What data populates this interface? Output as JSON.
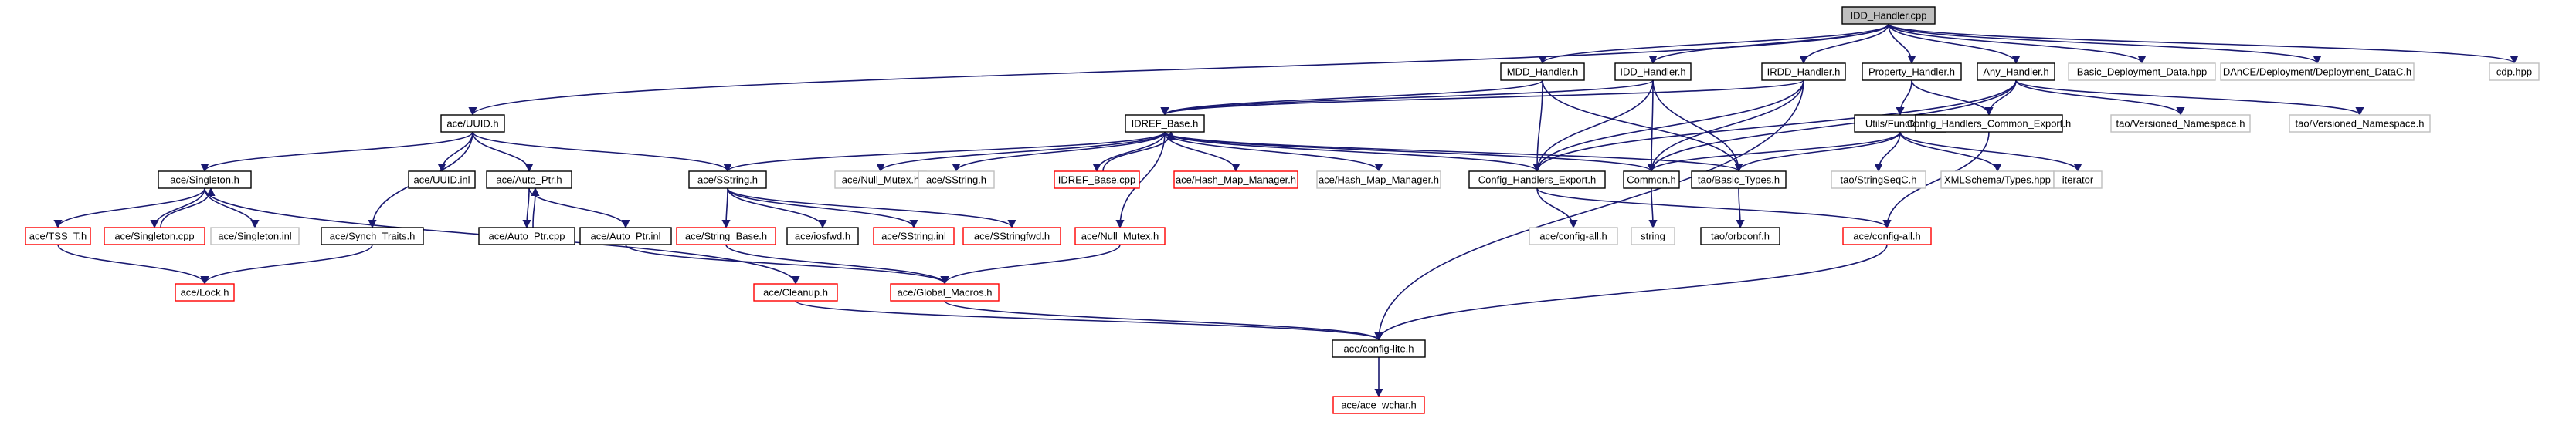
{
  "colors": {
    "edge": "#191970",
    "border_default": "#000000",
    "border_missing": "#ff0000",
    "border_external": "#bfbfbf",
    "root_fill": "#bfbfbf"
  },
  "nodes": [
    {
      "id": "root",
      "label": "IDD_Handler.cpp",
      "kind": "root"
    },
    {
      "id": "mdd",
      "label": "MDD_Handler.h",
      "kind": "default"
    },
    {
      "id": "idd",
      "label": "IDD_Handler.h",
      "kind": "default"
    },
    {
      "id": "irdd",
      "label": "IRDD_Handler.h",
      "kind": "default"
    },
    {
      "id": "prop",
      "label": "Property_Handler.h",
      "kind": "default"
    },
    {
      "id": "any",
      "label": "Any_Handler.h",
      "kind": "default"
    },
    {
      "id": "bdd",
      "label": "Basic_Deployment_Data.hpp",
      "kind": "external"
    },
    {
      "id": "dance",
      "label": "DAnCE/Deployment/Deployment_DataC.h",
      "kind": "external"
    },
    {
      "id": "cdp",
      "label": "cdp.hpp",
      "kind": "external"
    },
    {
      "id": "uuid",
      "label": "ace/UUID.h",
      "kind": "default"
    },
    {
      "id": "idref",
      "label": "IDREF_Base.h",
      "kind": "default"
    },
    {
      "id": "utils",
      "label": "Utils/Functors.h",
      "kind": "default"
    },
    {
      "id": "tvn1",
      "label": "tao/Versioned_Namespace.h",
      "kind": "external"
    },
    {
      "id": "tvn2",
      "label": "tao/Versioned_Namespace.h",
      "kind": "external"
    },
    {
      "id": "singleton",
      "label": "ace/Singleton.h",
      "kind": "default"
    },
    {
      "id": "uuidinl",
      "label": "ace/UUID.inl",
      "kind": "default"
    },
    {
      "id": "autoptr",
      "label": "ace/Auto_Ptr.h",
      "kind": "default"
    },
    {
      "id": "sstring",
      "label": "ace/SString.h",
      "kind": "default"
    },
    {
      "id": "nullmutex_g",
      "label": "ace/Null_Mutex.h",
      "kind": "external"
    },
    {
      "id": "sstring_g",
      "label": "ace/SString.h",
      "kind": "external"
    },
    {
      "id": "idrefcpp",
      "label": "IDREF_Base.cpp",
      "kind": "missing"
    },
    {
      "id": "hashmap_r",
      "label": "ace/Hash_Map_Manager.h",
      "kind": "missing"
    },
    {
      "id": "hashmap_g",
      "label": "ace/Hash_Map_Manager.h",
      "kind": "external"
    },
    {
      "id": "cfgexp",
      "label": "Config_Handlers_Export.h",
      "kind": "default"
    },
    {
      "id": "common",
      "label": "Common.h",
      "kind": "default"
    },
    {
      "id": "basictypes",
      "label": "tao/Basic_Types.h",
      "kind": "default"
    },
    {
      "id": "cfgcommon",
      "label": "Config_Handlers_Common_Export.h",
      "kind": "default"
    },
    {
      "id": "stringseq",
      "label": "tao/StringSeqC.h",
      "kind": "external"
    },
    {
      "id": "xmltypes",
      "label": "XMLSchema/Types.hpp",
      "kind": "external"
    },
    {
      "id": "iterator",
      "label": "iterator",
      "kind": "external"
    },
    {
      "id": "tss",
      "label": "ace/TSS_T.h",
      "kind": "missing"
    },
    {
      "id": "singcpp",
      "label": "ace/Singleton.cpp",
      "kind": "missing"
    },
    {
      "id": "singinl",
      "label": "ace/Singleton.inl",
      "kind": "external"
    },
    {
      "id": "synch",
      "label": "ace/Synch_Traits.h",
      "kind": "default"
    },
    {
      "id": "autoptrcpp",
      "label": "ace/Auto_Ptr.cpp",
      "kind": "default"
    },
    {
      "id": "autoptrinl",
      "label": "ace/Auto_Ptr.inl",
      "kind": "default"
    },
    {
      "id": "strbase",
      "label": "ace/String_Base.h",
      "kind": "missing"
    },
    {
      "id": "iosfwd",
      "label": "ace/iosfwd.h",
      "kind": "default"
    },
    {
      "id": "sstringinl",
      "label": "ace/SString.inl",
      "kind": "missing"
    },
    {
      "id": "sstringfwd",
      "label": "ace/SStringfwd.h",
      "kind": "missing"
    },
    {
      "id": "nullmutex_r",
      "label": "ace/Null_Mutex.h",
      "kind": "missing"
    },
    {
      "id": "cfgall_g",
      "label": "ace/config-all.h",
      "kind": "external"
    },
    {
      "id": "string",
      "label": "string",
      "kind": "external"
    },
    {
      "id": "orbconf",
      "label": "tao/orbconf.h",
      "kind": "default"
    },
    {
      "id": "cfgall_r",
      "label": "ace/config-all.h",
      "kind": "missing"
    },
    {
      "id": "lock",
      "label": "ace/Lock.h",
      "kind": "missing"
    },
    {
      "id": "cleanup",
      "label": "ace/Cleanup.h",
      "kind": "missing"
    },
    {
      "id": "globalmacros",
      "label": "ace/Global_Macros.h",
      "kind": "missing"
    },
    {
      "id": "configlite",
      "label": "ace/config-lite.h",
      "kind": "default"
    },
    {
      "id": "wchar",
      "label": "ace/ace_wchar.h",
      "kind": "missing"
    }
  ],
  "edges": [
    [
      "root",
      "mdd"
    ],
    [
      "root",
      "idd"
    ],
    [
      "root",
      "irdd"
    ],
    [
      "root",
      "prop"
    ],
    [
      "root",
      "any"
    ],
    [
      "root",
      "bdd"
    ],
    [
      "root",
      "dance"
    ],
    [
      "root",
      "cdp"
    ],
    [
      "root",
      "uuid"
    ],
    [
      "mdd",
      "idref"
    ],
    [
      "mdd",
      "cfgexp"
    ],
    [
      "mdd",
      "basictypes"
    ],
    [
      "idd",
      "idref"
    ],
    [
      "idd",
      "cfgexp"
    ],
    [
      "idd",
      "common"
    ],
    [
      "idd",
      "basictypes"
    ],
    [
      "irdd",
      "idref"
    ],
    [
      "irdd",
      "cfgexp"
    ],
    [
      "irdd",
      "common"
    ],
    [
      "irdd",
      "configlite"
    ],
    [
      "prop",
      "utils"
    ],
    [
      "prop",
      "cfgcommon"
    ],
    [
      "any",
      "cfgexp"
    ],
    [
      "any",
      "common"
    ],
    [
      "any",
      "cfgcommon"
    ],
    [
      "any",
      "tvn1"
    ],
    [
      "any",
      "tvn2"
    ],
    [
      "uuid",
      "singleton"
    ],
    [
      "uuid",
      "uuidinl"
    ],
    [
      "uuid",
      "autoptr"
    ],
    [
      "uuid",
      "sstring"
    ],
    [
      "uuid",
      "synch"
    ],
    [
      "idref",
      "sstring"
    ],
    [
      "idref",
      "nullmutex_g"
    ],
    [
      "idref",
      "sstring_g"
    ],
    [
      "idref",
      "idrefcpp"
    ],
    [
      "idref",
      "hashmap_r"
    ],
    [
      "idref",
      "hashmap_g"
    ],
    [
      "idref",
      "cfgexp"
    ],
    [
      "idref",
      "common"
    ],
    [
      "idref",
      "basictypes"
    ],
    [
      "idrefcpp",
      "idref"
    ],
    [
      "idref",
      "nullmutex_r"
    ],
    [
      "utils",
      "basictypes"
    ],
    [
      "utils",
      "stringseq"
    ],
    [
      "utils",
      "xmltypes"
    ],
    [
      "utils",
      "iterator"
    ],
    [
      "utils",
      "common"
    ],
    [
      "cfgcommon",
      "cfgall_r"
    ],
    [
      "singleton",
      "tss"
    ],
    [
      "singleton",
      "singcpp"
    ],
    [
      "singleton",
      "singinl"
    ],
    [
      "singleton",
      "cleanup"
    ],
    [
      "singcpp",
      "singleton"
    ],
    [
      "autoptr",
      "autoptrcpp"
    ],
    [
      "autoptr",
      "autoptrinl"
    ],
    [
      "autoptrcpp",
      "autoptr"
    ],
    [
      "sstring",
      "strbase"
    ],
    [
      "sstring",
      "iosfwd"
    ],
    [
      "sstring",
      "sstringinl"
    ],
    [
      "sstring",
      "sstringfwd"
    ],
    [
      "cfgexp",
      "cfgall_g"
    ],
    [
      "cfgexp",
      "cfgall_r"
    ],
    [
      "common",
      "string"
    ],
    [
      "basictypes",
      "orbconf"
    ],
    [
      "tss",
      "lock"
    ],
    [
      "synch",
      "lock"
    ],
    [
      "autoptrinl",
      "globalmacros"
    ],
    [
      "strbase",
      "globalmacros"
    ],
    [
      "nullmutex_r",
      "globalmacros"
    ],
    [
      "cleanup",
      "configlite"
    ],
    [
      "globalmacros",
      "configlite"
    ],
    [
      "cfgall_r",
      "configlite"
    ],
    [
      "configlite",
      "wchar"
    ]
  ]
}
